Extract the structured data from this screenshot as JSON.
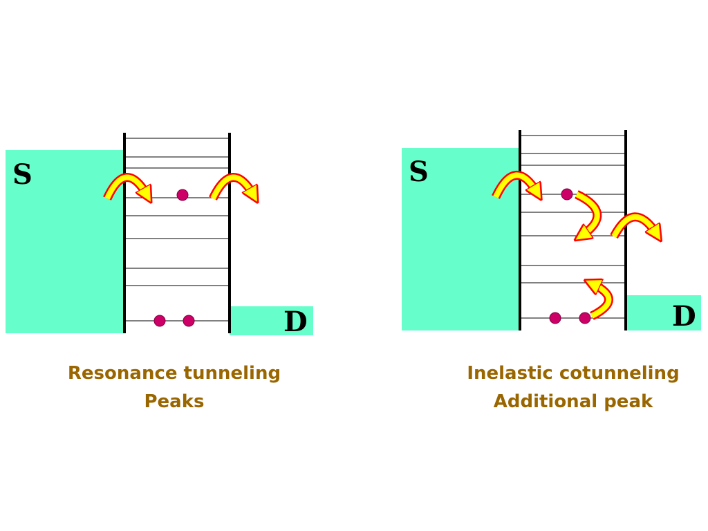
{
  "colors": {
    "lead_fill": "#66ffcc",
    "electron": "#cc0066",
    "arrow_fill": "#ffff00",
    "arrow_outline": "#ff0000",
    "caption": "#996600"
  },
  "left_panel": {
    "source_label": "S",
    "drain_label": "D",
    "caption_line1": "Resonance tunneling",
    "caption_line2": "Peaks"
  },
  "right_panel": {
    "source_label": "S",
    "drain_label": "D",
    "caption_line1": "Inelastic cotunneling",
    "caption_line2": "Additional peak"
  }
}
